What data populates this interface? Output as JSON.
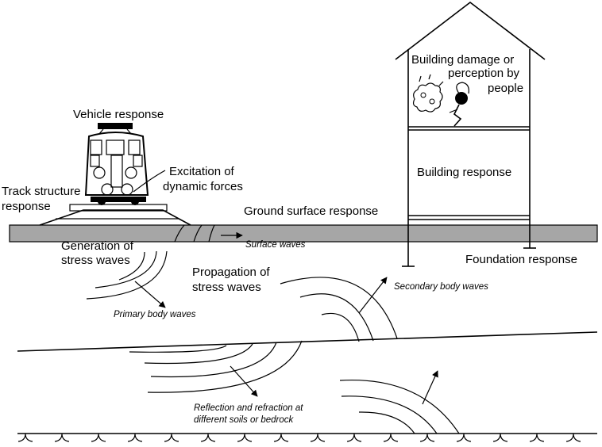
{
  "labels": {
    "vehicle_response": "Vehicle response",
    "excitation_1": "Excitation of",
    "excitation_2": "dynamic forces",
    "track_1": "Track structure",
    "track_2": "response",
    "ground_surface": "Ground surface response",
    "building_damage_1": "Building damage or",
    "building_damage_2": "perception by",
    "building_damage_3": "people",
    "building_response": "Building response",
    "foundation_response": "Foundation response",
    "generation_1": "Generation of",
    "generation_2": "stress waves",
    "surface_waves": "Surface waves",
    "propagation_1": "Propagation of",
    "propagation_2": "stress waves",
    "secondary_body_waves": "Secondary body waves",
    "primary_body_waves": "Primary body waves",
    "reflection_1": "Reflection and refraction at",
    "reflection_2": "different soils or bedrock"
  },
  "colors": {
    "ground_band": "#a6a6a6",
    "line": "#000000",
    "background": "#ffffff"
  }
}
